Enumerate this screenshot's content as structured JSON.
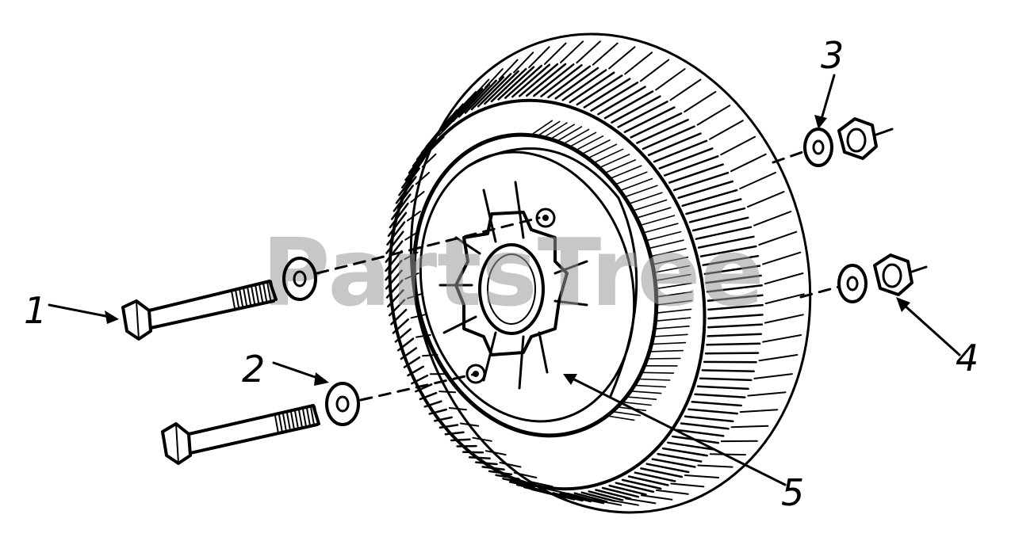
{
  "diagram": {
    "watermark": "PartsTree",
    "callouts": [
      {
        "id": "1",
        "label": "1"
      },
      {
        "id": "2",
        "label": "2"
      },
      {
        "id": "3",
        "label": "3"
      },
      {
        "id": "4",
        "label": "4"
      },
      {
        "id": "5",
        "label": "5"
      }
    ],
    "ink_color": "#000000",
    "watermark_color": "#9a9a9a"
  }
}
